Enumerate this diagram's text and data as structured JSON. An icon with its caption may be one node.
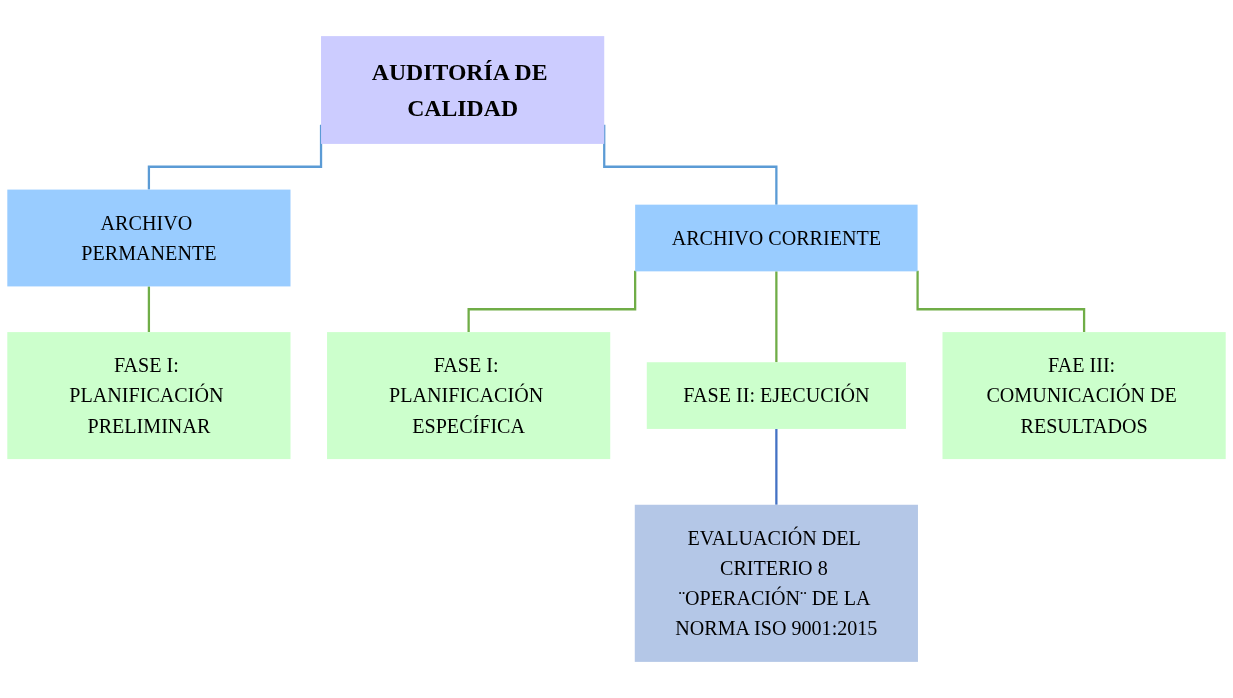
{
  "diagram": {
    "nodes": [
      {
        "text": [
          "AUDITORÍA DE CALIDAD"
        ]
      },
      {
        "text": [
          "ARCHIVO PERMANENTE"
        ]
      },
      {
        "text": [
          "ARCHIVO CORRIENTE"
        ]
      },
      {
        "text": [
          "FASE I: PLANIFICACIÓN PRELIMINAR"
        ]
      },
      {
        "text": [
          "FASE I: PLANIFICACIÓN ESPECÍFICA"
        ]
      },
      {
        "text": [
          "FASE II: EJECUCIÓN"
        ]
      },
      {
        "text": [
          "FAE III: COMUNICACIÓN DE RESULTADOS"
        ]
      },
      {
        "text": [
          "EVALUACIÓN DEL CRITERIO 8 ¨OPERACIÓN¨ DE LA NORMA ISO 9001:2015"
        ]
      }
    ],
    "edges": [
      {
        "from": 0,
        "to": 1,
        "arrow": "none",
        "color": "#5b9bd5"
      },
      {
        "from": 0,
        "to": 2,
        "arrow": "none",
        "color": "#5b9bd5"
      },
      {
        "from": 1,
        "to": 3,
        "arrow": "none"
      },
      {
        "from": 2,
        "to": 4,
        "arrow": "none"
      },
      {
        "from": 2,
        "to": 5,
        "arrow": "none"
      },
      {
        "from": 2,
        "to": 6,
        "arrow": "none"
      },
      {
        "from": 5,
        "to": 7,
        "arrow": "none",
        "color": "#4472c4"
      }
    ]
  }
}
